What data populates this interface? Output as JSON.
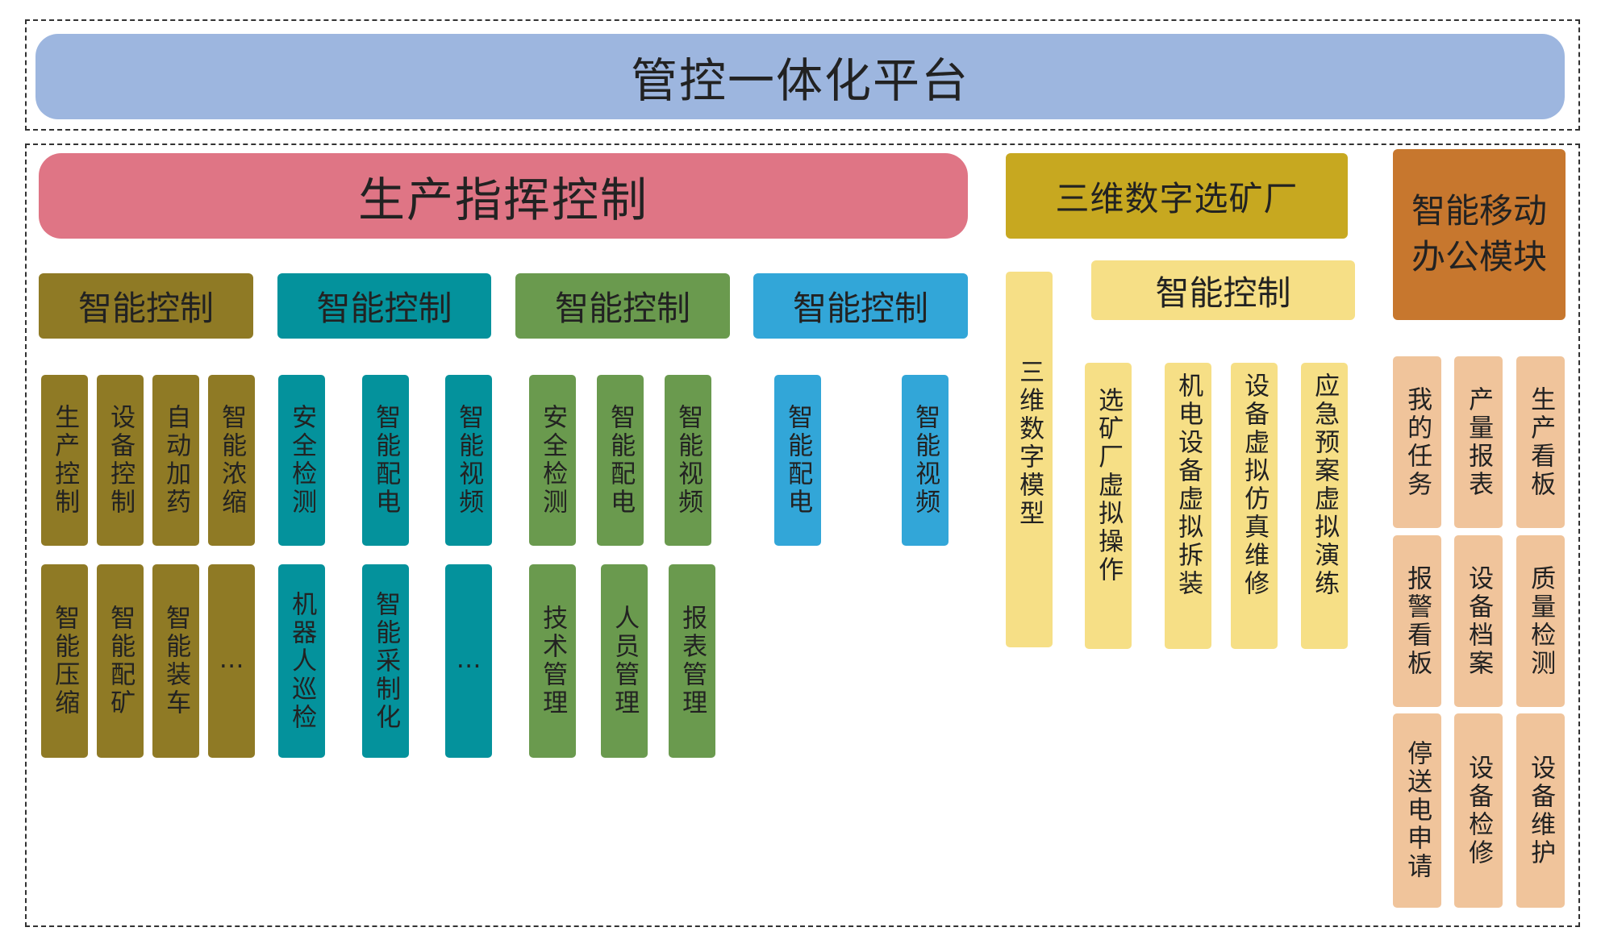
{
  "platform": {
    "title": "管控一体化平台",
    "color": "#9db6df"
  },
  "production": {
    "title": "生产指挥控制",
    "color": "#df7585",
    "groups": [
      {
        "label": "智能控制",
        "color": "#8f7a25",
        "items": [
          "生产控制",
          "设备控制",
          "自动加药",
          "智能浓缩",
          "智能压缩",
          "智能配矿",
          "智能装车",
          "…"
        ]
      },
      {
        "label": "智能控制",
        "color": "#04929c",
        "items": [
          "安全检测",
          "智能配电",
          "智能视频",
          "机器人巡检",
          "智能采制化",
          "…"
        ]
      },
      {
        "label": "智能控制",
        "color": "#6a9a4e",
        "items": [
          "安全检测",
          "智能配电",
          "智能视频",
          "技术管理",
          "人员管理",
          "报表管理"
        ]
      },
      {
        "label": "智能控制",
        "color": "#32a6d8",
        "items": [
          "智能配电",
          "智能视频"
        ]
      }
    ]
  },
  "digital_plant": {
    "title": "三维数字选矿厂",
    "color": "#c7a820",
    "model": "三维数字模型",
    "control_label": "智能控制",
    "color_light": "#f6df86",
    "items": [
      "选矿厂虚拟操作",
      "机电设备虚拟拆装",
      "设备虚拟仿真维修",
      "应急预案虚拟演练"
    ]
  },
  "mobile_office": {
    "title": "智能移动\n办公模块",
    "color": "#c7772e",
    "cell_color": "#f0c49b",
    "items": [
      "我的任务",
      "产量报表",
      "生产看板",
      "报警看板",
      "设备档案",
      "质量检测",
      "停送电申请",
      "设备检修",
      "设备维护"
    ]
  }
}
